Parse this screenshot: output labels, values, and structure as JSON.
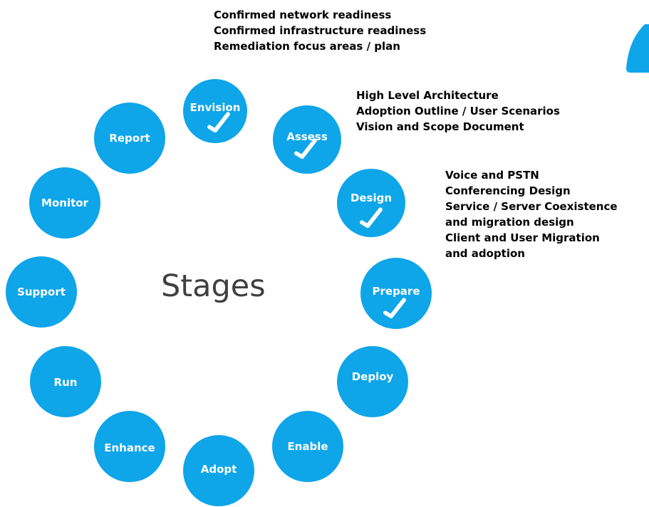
{
  "theme": {
    "accent": "#0ea5e9",
    "check": "#ffffff",
    "title_color": "#404040"
  },
  "center_title": "Stages",
  "stages": [
    {
      "label": "Envision",
      "checked": true,
      "check_icon": "checkmark-icon"
    },
    {
      "label": "Assess",
      "checked": true,
      "check_icon": "checkmark-icon"
    },
    {
      "label": "Design",
      "checked": true,
      "check_icon": "checkmark-icon"
    },
    {
      "label": "Prepare",
      "checked": true,
      "check_icon": "checkmark-icon"
    },
    {
      "label": "Deploy",
      "checked": false
    },
    {
      "label": "Enable",
      "checked": false
    },
    {
      "label": "Adopt",
      "checked": false
    },
    {
      "label": "Enhance",
      "checked": false
    },
    {
      "label": "Run",
      "checked": false
    },
    {
      "label": "Support",
      "checked": false
    },
    {
      "label": "Monitor",
      "checked": false
    },
    {
      "label": "Report",
      "checked": false
    }
  ],
  "notes": {
    "envision": [
      "Confirmed network readiness",
      "Confirmed infrastructure readiness",
      "Remediation focus areas / plan"
    ],
    "assess": [
      "High Level Architecture",
      "Adoption Outline / User Scenarios",
      "Vision and Scope Document"
    ],
    "design": [
      "Voice and PSTN",
      "Conferencing Design",
      "Service / Server Coexistence",
      "and migration design",
      "Client and User Migration",
      "and adoption"
    ]
  }
}
